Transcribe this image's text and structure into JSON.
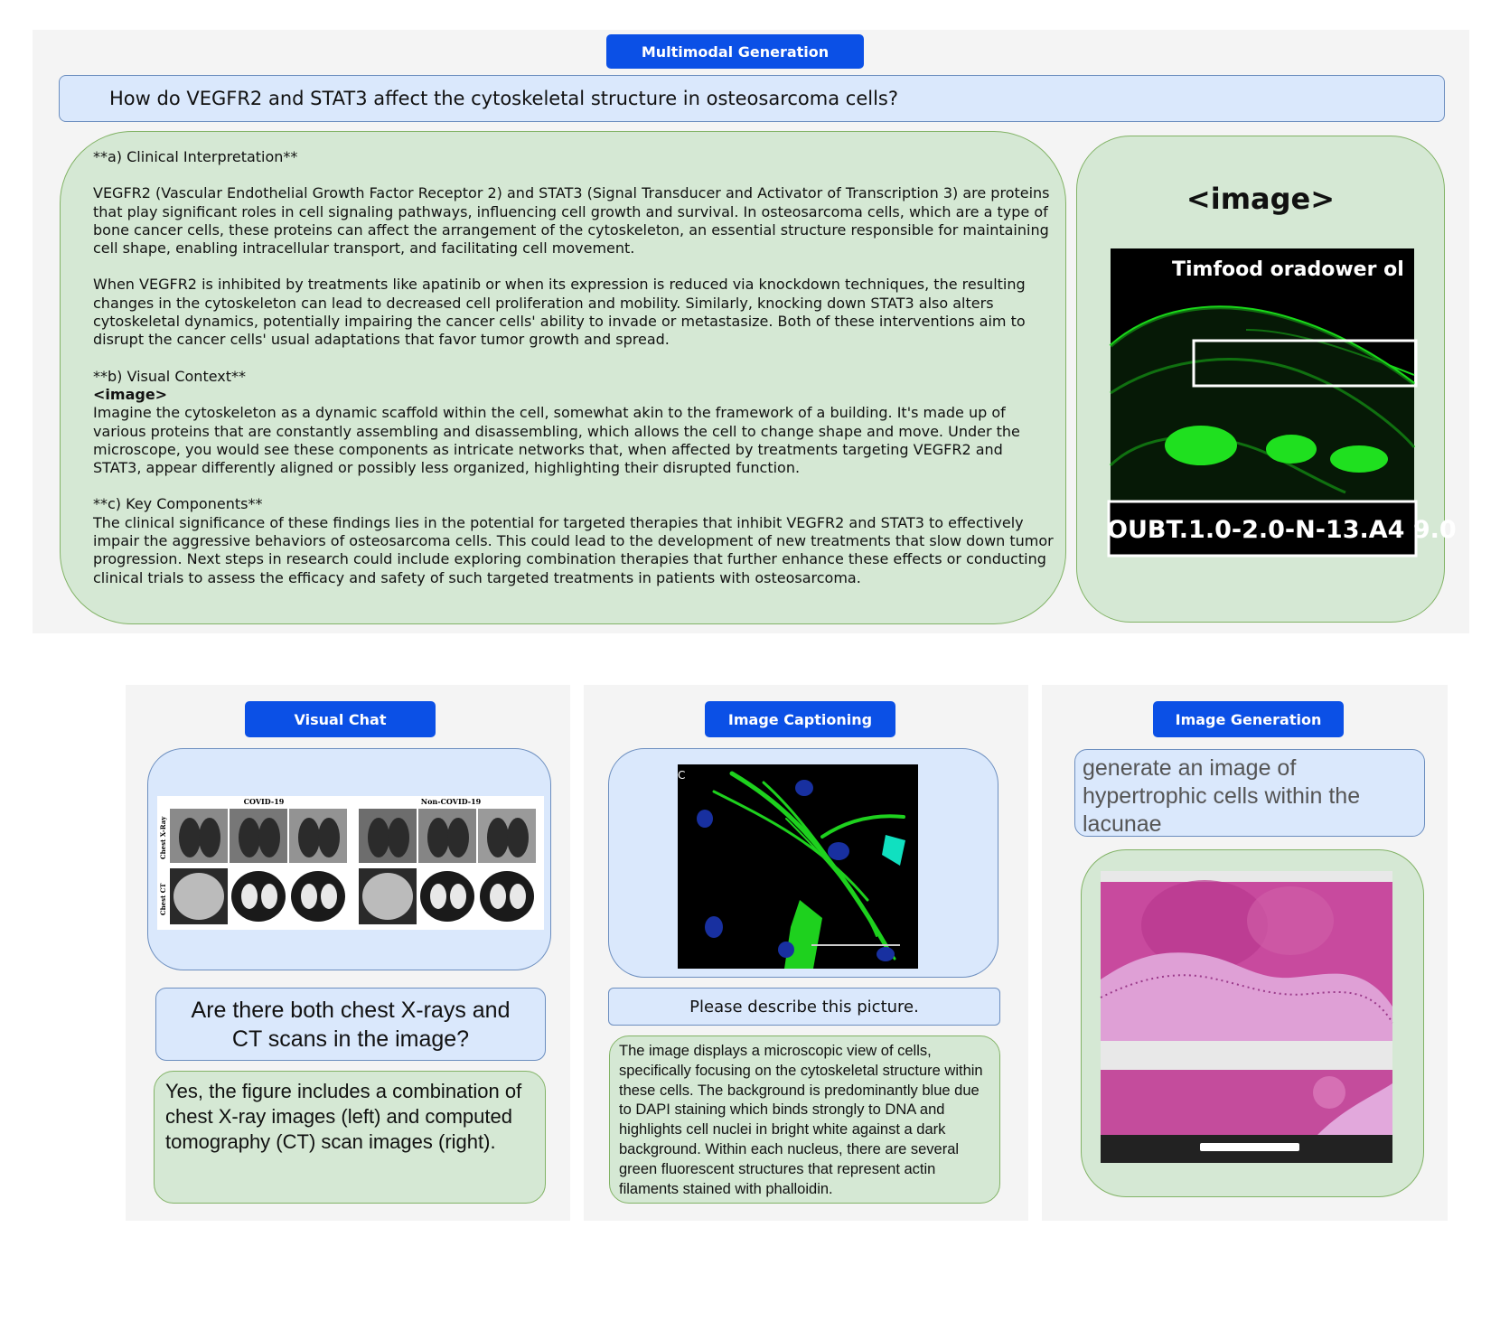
{
  "top": {
    "title": "Multimodal Generation",
    "question": "How do VEGFR2 and STAT3 affect the cytoskeletal structure in osteosarcoma cells?",
    "answer": {
      "section_a_head": "**a) Clinical Interpretation**",
      "section_a_p1": "VEGFR2 (Vascular Endothelial Growth Factor Receptor 2) and STAT3 (Signal Transducer and Activator of Transcription 3) are proteins that play significant roles in cell signaling pathways, influencing cell growth and survival. In osteosarcoma cells, which are a type of bone cancer cells, these proteins can affect the arrangement of the cytoskeleton, an essential structure responsible for maintaining cell shape, enabling intracellular transport, and facilitating cell movement.",
      "section_a_p2": "When VEGFR2 is inhibited by treatments like apatinib or when its expression is reduced via knockdown techniques, the resulting changes in the cytoskeleton can lead to decreased cell proliferation and mobility. Similarly, knocking down STAT3 also alters cytoskeletal dynamics, potentially impairing the cancer cells' ability to invade or metastasize. Both of these interventions aim to disrupt the cancer cells' usual adaptations that favor tumor growth and spread.",
      "section_b_head": "**b) Visual Context**",
      "section_b_tag": "<image>",
      "section_b_p": "Imagine the cytoskeleton as a dynamic scaffold within the cell, somewhat akin to the framework of a building. It's made up of various proteins that are constantly assembling and disassembling, which allows the cell to change shape and move. Under the microscope, you would see these components as intricate networks that, when affected by treatments targeting VEGFR2 and STAT3, appear differently aligned or possibly less organized, highlighting their disrupted function.",
      "section_c_head": "**c) Key Components**",
      "section_c_p": "The clinical significance of these findings lies in the potential for targeted therapies that inhibit VEGFR2 and STAT3 to effectively impair the aggressive behaviors of osteosarcoma cells. This could lead to the development of new treatments that slow down tumor progression. Next steps in research could include exploring combination therapies that further enhance these effects or conducting clinical trials to assess the efficacy and safety of such targeted treatments in patients with osteosarcoma."
    },
    "image_tag": "<image>",
    "image_overlay_top": "Timfood oradower ol",
    "image_overlay_bottom": "OUBT.1.0-2.0-N-13.A4 9.0"
  },
  "visual_chat": {
    "title": "Visual Chat",
    "figure_label_left": "COVID-19",
    "figure_label_right": "Non-COVID-19",
    "row_label_top": "Chest X-Ray",
    "row_label_bottom": "Chest CT",
    "question": "Are there both chest X-rays and CT scans in the image?",
    "answer": "Yes, the figure includes a combination of chest X-ray images (left) and computed tomography (CT) scan images (right)."
  },
  "image_captioning": {
    "title": "Image Captioning",
    "panel_letter": "C",
    "question": "Please describe this picture.",
    "answer": "The image displays a microscopic view of cells, specifically focusing on the cytoskeletal structure within these cells. The background is predominantly blue due to DAPI staining which binds strongly to DNA and highlights cell nuclei in bright white against a dark background. Within each nucleus, there are several green fluorescent structures that represent actin filaments stained with phalloidin."
  },
  "image_generation": {
    "title": "Image Generation",
    "prompt": "generate an image of hypertrophic cells within the lacunae"
  },
  "colors": {
    "title_pill": "#0b50e6",
    "blue_box": "#dae8fc",
    "blue_border": "#6c8ebf",
    "green_box": "#d5e8d4",
    "green_border": "#82b366",
    "panel_bg": "#f4f4f4"
  }
}
